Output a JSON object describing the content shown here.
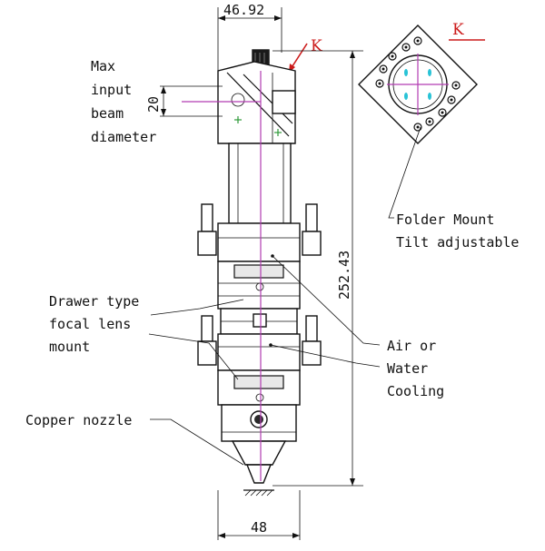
{
  "labels": {
    "max_input_line1": "Max",
    "max_input_line2": "input",
    "max_input_line3": "beam",
    "max_input_line4": "diameter",
    "folder_mount_line1": "Folder Mount",
    "folder_mount_line2": "Tilt adjustable",
    "drawer_line1": "Drawer type",
    "drawer_line2": "focal lens",
    "drawer_line3": "mount",
    "air_line1": "Air or",
    "air_line2": "Water",
    "air_line3": "Cooling",
    "copper_nozzle": "Copper nozzle"
  },
  "dimensions": {
    "top_width": "46.92",
    "bottom_width": "48",
    "total_height": "252.43",
    "beam_diameter": "20"
  },
  "markers": {
    "view_k_main": "K",
    "view_k_detail": "K"
  },
  "colors": {
    "axis": "#b23cb2",
    "marker": "#cc1b1b",
    "highlight": "#29c3d6",
    "mark": "#2e9a3a"
  }
}
